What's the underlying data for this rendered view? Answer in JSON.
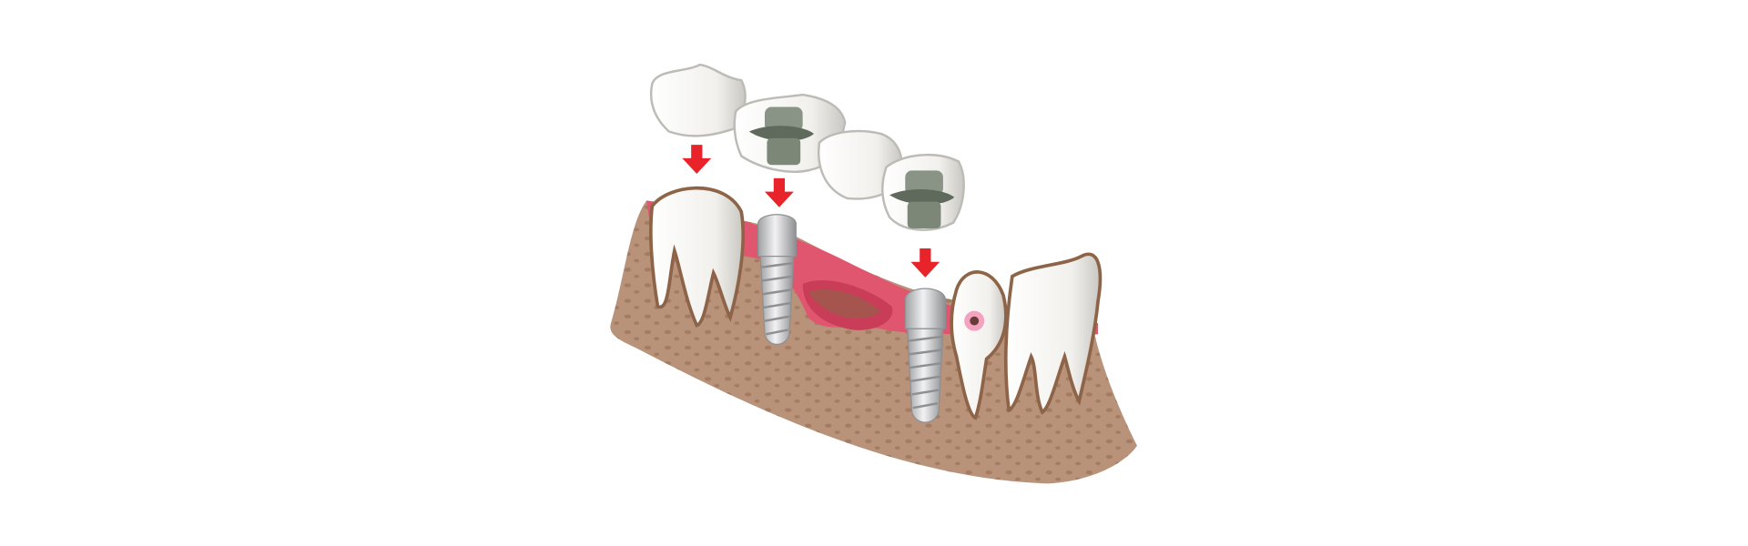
{
  "illustration": {
    "subject": "dental-implant-bridge",
    "colors": {
      "background": "#ffffff",
      "bone": "#b9927a",
      "bone_dark": "#8e6448",
      "gum": "#e0566f",
      "gum_dark": "#c93d59",
      "tooth": "#f4f3ef",
      "tooth_shade": "#d6d4cf",
      "implant": "#cfd0d2",
      "abutment": "#6f7a6b",
      "arrow": "#e8232a",
      "cavity": "#e0306a"
    },
    "arrows": [
      {
        "direction": "down"
      },
      {
        "direction": "down"
      },
      {
        "direction": "down"
      }
    ]
  }
}
